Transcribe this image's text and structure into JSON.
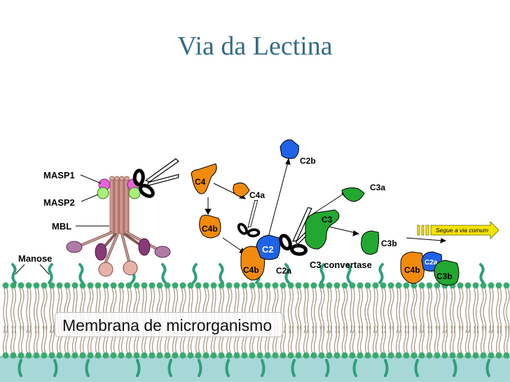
{
  "title": "Via da Lectina",
  "labels": {
    "masp1": "MASP1",
    "masp2": "MASP2",
    "mbl": "MBL",
    "manose": "Manose",
    "c4": "C4",
    "c4a": "C4a",
    "c4b_top": "C4b",
    "c4b_mid": "C4b",
    "c4b_right": "C4b",
    "c2": "C2",
    "c2a_mid": "C2a",
    "c2a_right": "C2a",
    "c2b": "C2b",
    "c3": "C3",
    "c3a": "C3a",
    "c3b_mid": "C3b",
    "c3b_right": "C3b",
    "c3_convertase": "C3 convertase",
    "segue": "Segue a via comum",
    "membrane": "Membrana de microrganismo"
  },
  "colors": {
    "title": "#336b87",
    "c4_orange": "#f28a0c",
    "c3_green": "#22a830",
    "c2_blue": "#1f63e8",
    "mbl_stalk": "#c98f86",
    "masp_pink": "#e765d8",
    "masp_green": "#a8f07a",
    "membrane_blue": "#a7d8d6",
    "lipid_head": "#3aa96f",
    "glycan": "#2e9f7a"
  },
  "icons": [
    "scissors-icon",
    "scissors-icon",
    "scissors-icon",
    "block-arrow-icon"
  ]
}
